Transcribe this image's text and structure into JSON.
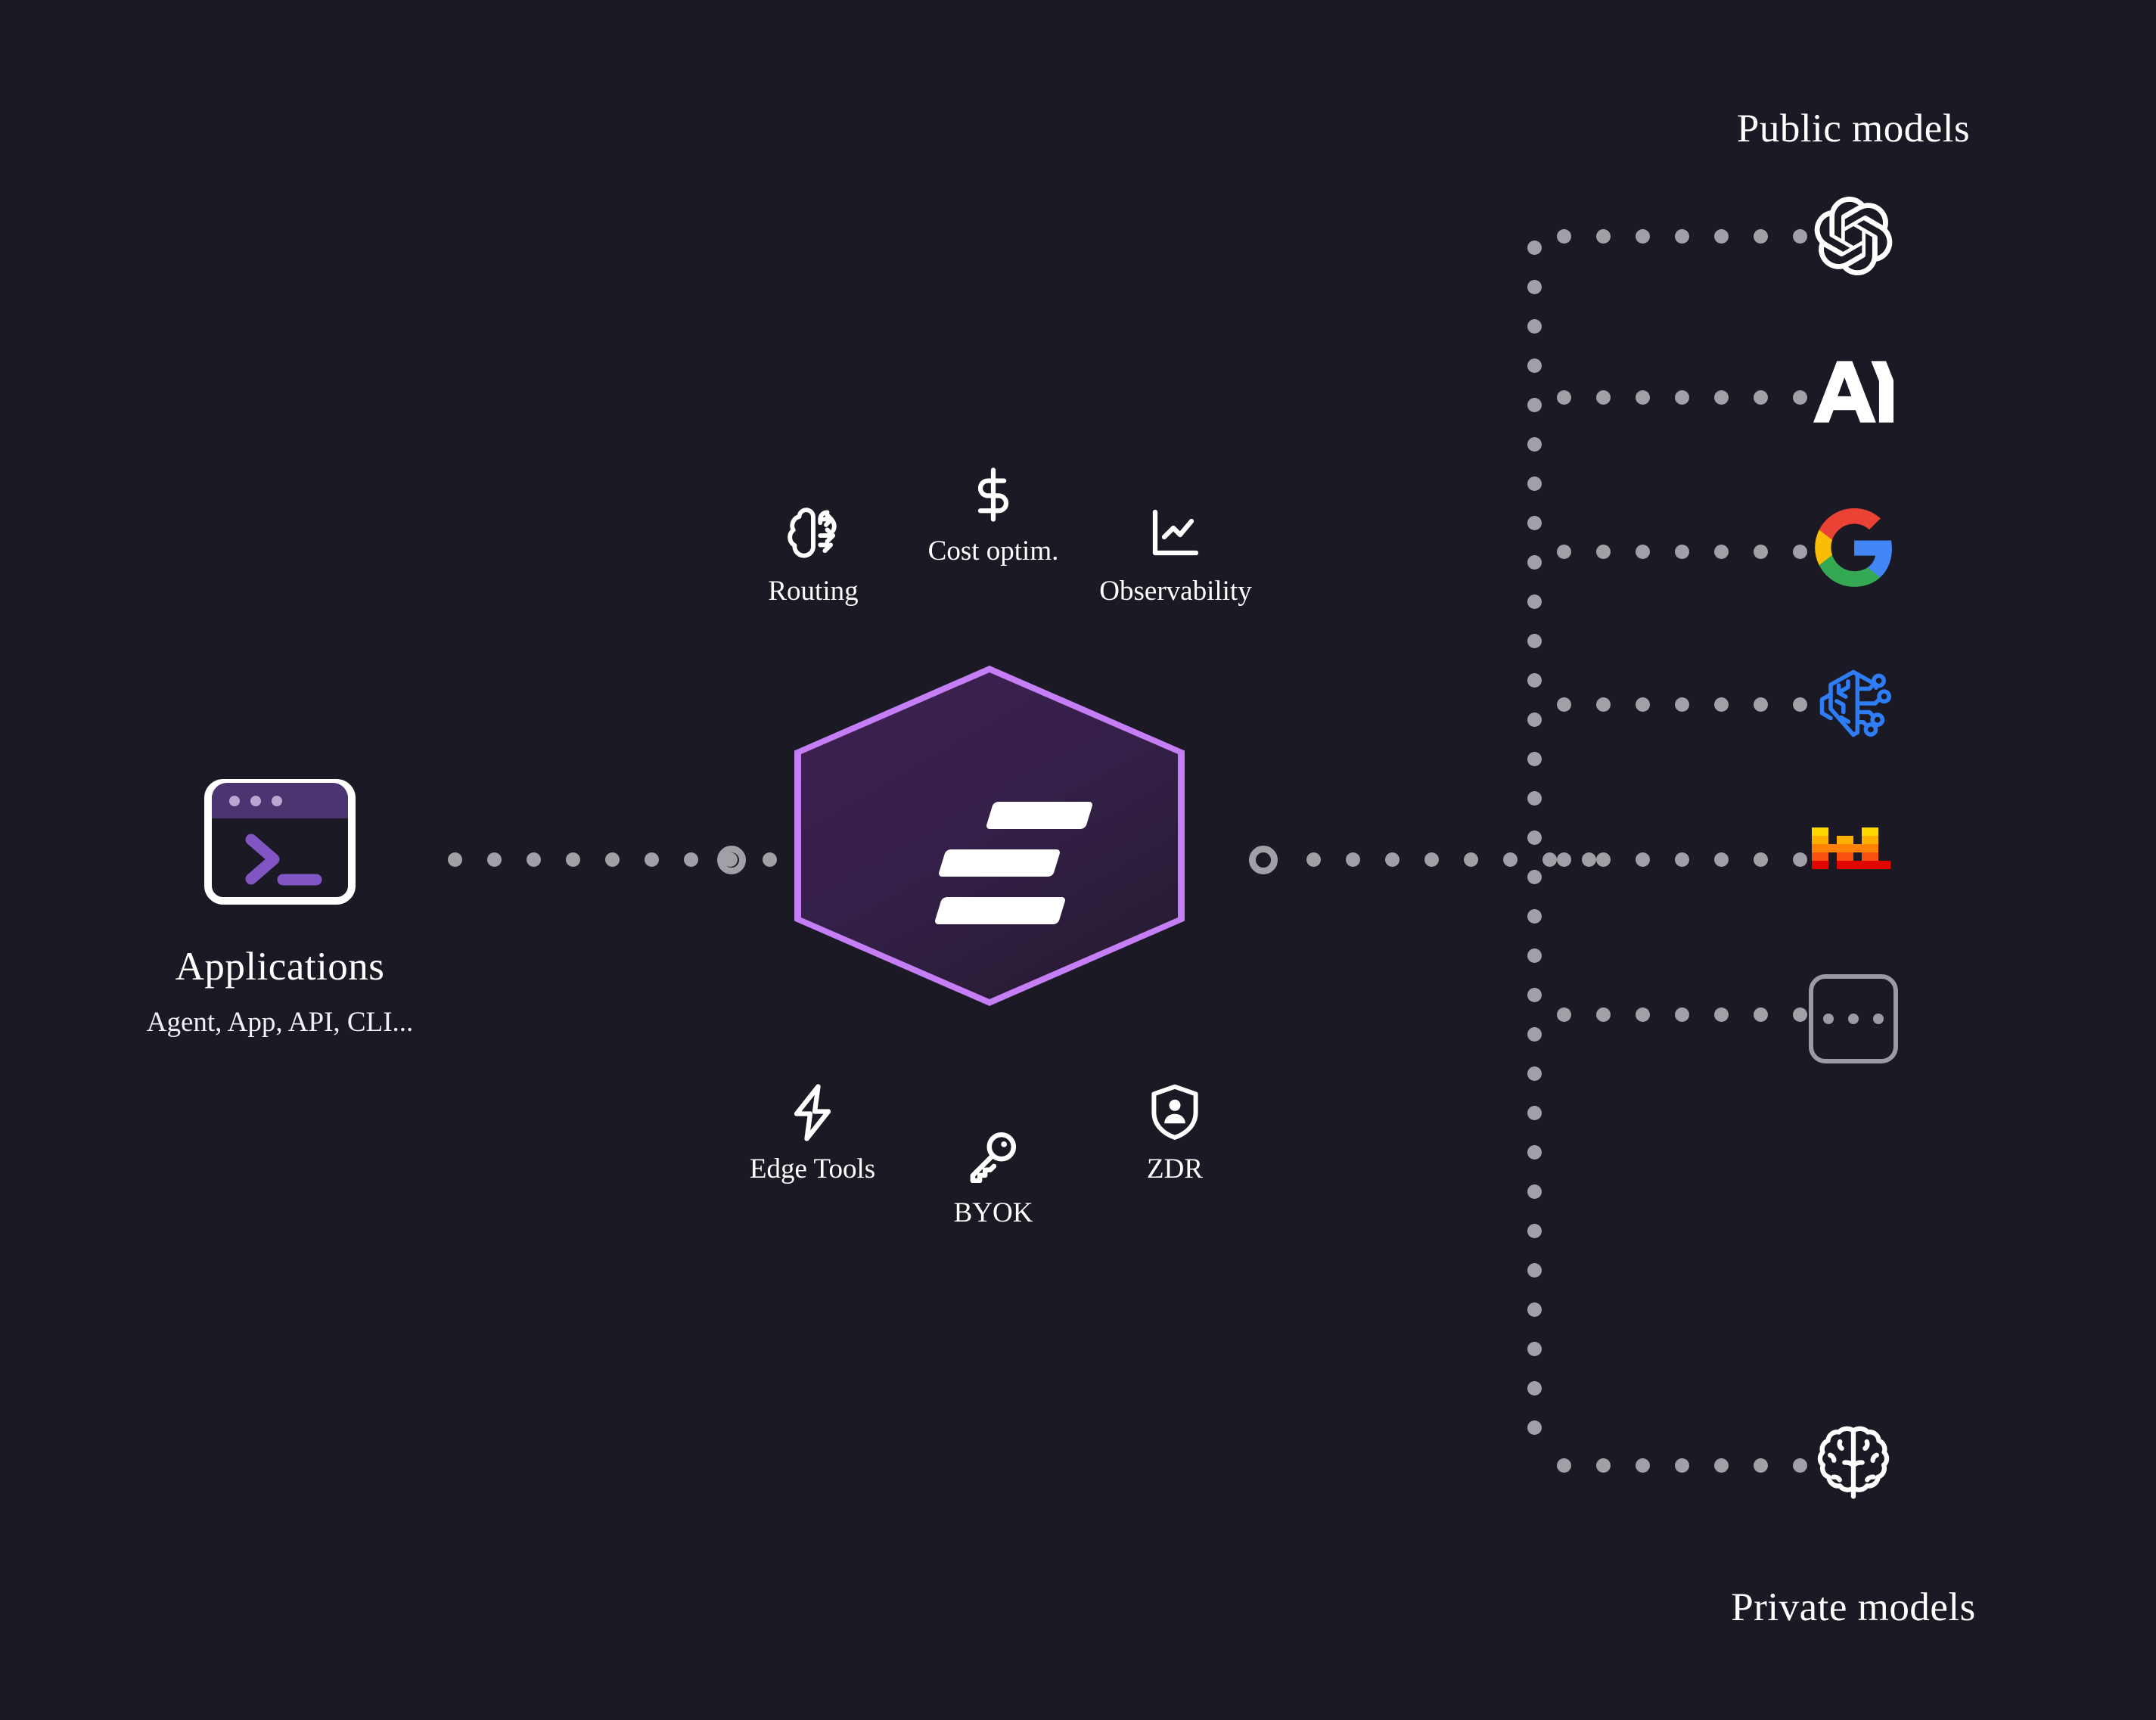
{
  "diagram": {
    "background_color": "#1b1924",
    "accent_color": "#c57ef5",
    "dot_color": "#a0a0a6"
  },
  "left": {
    "title": "Applications",
    "subtitle": "Agent, App, API, CLI...",
    "icon": "terminal-window-icon"
  },
  "core": {
    "icon": "gateway-hexagon-logo",
    "features": [
      {
        "id": "routing",
        "label": "Routing",
        "icon": "brain-routing-icon"
      },
      {
        "id": "cost-optim",
        "label": "Cost optim.",
        "icon": "dollar-sign-icon"
      },
      {
        "id": "observability",
        "label": "Observability",
        "icon": "line-chart-icon"
      },
      {
        "id": "edge-tools",
        "label": "Edge Tools",
        "icon": "lightning-bolt-icon"
      },
      {
        "id": "byok",
        "label": "BYOK",
        "icon": "key-icon"
      },
      {
        "id": "zdr",
        "label": "ZDR",
        "icon": "shield-user-icon"
      }
    ]
  },
  "right": {
    "public_title": "Public models",
    "private_title": "Private models",
    "public_providers": [
      {
        "id": "openai",
        "icon": "openai-logo"
      },
      {
        "id": "anthropic",
        "icon": "anthropic-logo"
      },
      {
        "id": "google",
        "icon": "google-logo"
      },
      {
        "id": "ai-brain",
        "icon": "ai-circuit-brain-logo"
      },
      {
        "id": "mistral",
        "icon": "mistral-logo"
      },
      {
        "id": "more",
        "icon": "ellipsis-box-icon"
      }
    ],
    "private_provider": {
      "id": "private-brain",
      "icon": "brain-outline-icon"
    }
  }
}
